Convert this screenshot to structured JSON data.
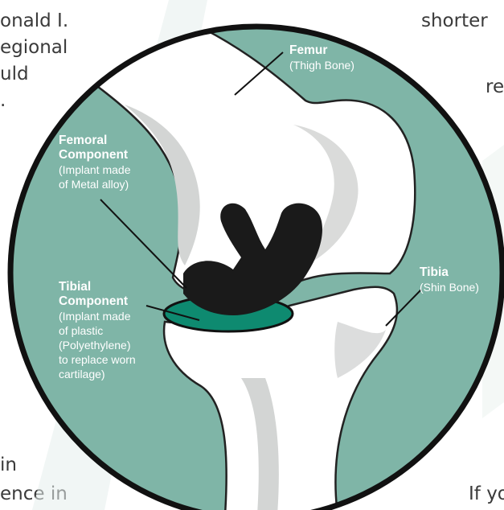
{
  "background_text": {
    "top_left_lines": [
      "onald I.",
      "egional",
      "uld",
      "."
    ],
    "top_right_1": "shorter",
    "top_right_2": "re",
    "bottom_left_1": "in",
    "bottom_left_2": "ence in",
    "bottom_right": "If yo"
  },
  "labels": {
    "femur": {
      "title": "Femur",
      "desc": "(Thigh Bone)"
    },
    "femoral_component": {
      "title": "Femoral\nComponent",
      "desc": "(Implant made\nof Metal alloy)"
    },
    "tibial_component": {
      "title": "Tibial\nComponent",
      "desc": "(Implant made\nof plastic\n(Polyethylene)\nto replace worn\ncartilage)"
    },
    "tibia": {
      "title": "Tibia",
      "desc": "(Shin Bone)"
    }
  },
  "colors": {
    "circle_fill": "#7fb5a7",
    "circle_border": "#111111",
    "bone": "#ffffff",
    "bone_shade": "#d3d5d4",
    "femoral_implant": "#1a1a1a",
    "tibial_implant": "#0e8a70",
    "label_text": "#ffffff",
    "wedge": "#e6efec"
  }
}
